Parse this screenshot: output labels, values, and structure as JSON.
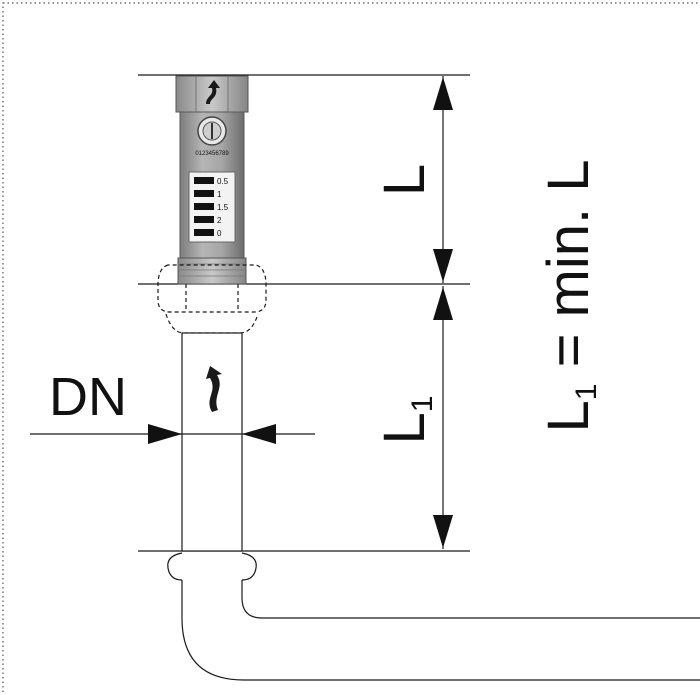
{
  "labels": {
    "dn": "DN",
    "l": "L",
    "l1_main": "L",
    "l1_sub": "1",
    "formula_l": "L",
    "formula_sub": "1",
    "formula_rest": " = min. L"
  },
  "scale": {
    "upper": [
      "0.5",
      "1",
      "1.5",
      "2",
      "0"
    ],
    "dial": "0123456789"
  },
  "colors": {
    "line": "#1a1a1a",
    "arrow": "#111111",
    "valve_body": "#9c9c9c",
    "valve_dark": "#6f6f6f",
    "frame": "#555555"
  }
}
